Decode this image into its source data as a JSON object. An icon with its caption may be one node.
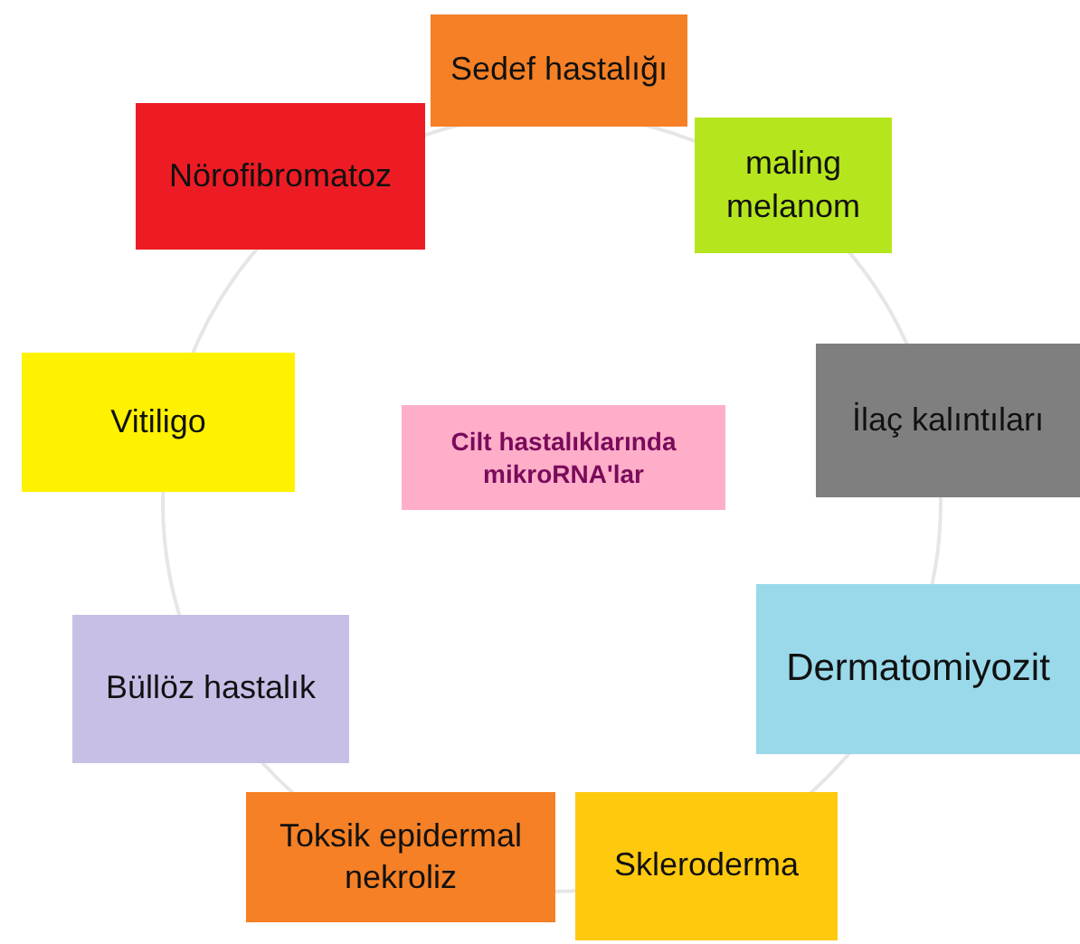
{
  "diagram": {
    "nodes": [
      {
        "text": [
          "Sedef hastalığı"
        ]
      },
      {
        "text": [
          "Nörofibromatoz"
        ]
      },
      {
        "text": [
          "maling melanom"
        ]
      },
      {
        "text": [
          "Vitiligo"
        ]
      },
      {
        "text": [
          "Cilt hastalıklarında mikroRNA'lar"
        ]
      },
      {
        "text": [
          "İlaç kalıntıları"
        ]
      },
      {
        "text": [
          "Dermatomiyozit"
        ]
      },
      {
        "text": [
          "Büllöz hastalık"
        ]
      },
      {
        "text": [
          "Toksik epidermal nekroliz"
        ]
      },
      {
        "text": [
          "Skleroderma"
        ]
      }
    ]
  }
}
